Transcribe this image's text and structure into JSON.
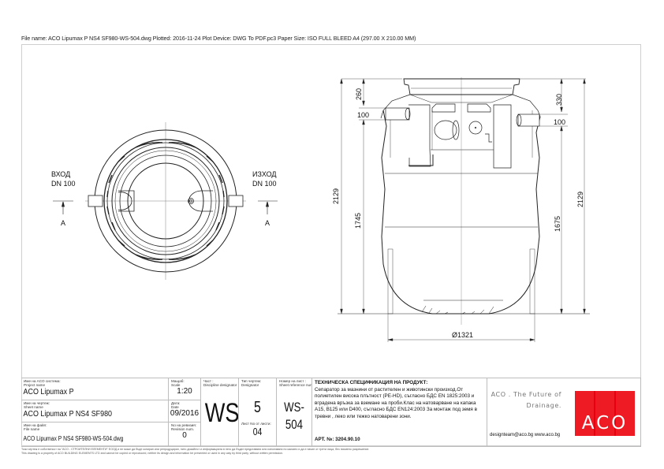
{
  "header": {
    "plot_info": "File name: ACO Lipumax P NS4 SF980-WS-504.dwg   Plotted: 2016-11-24   Plot Device: DWG To PDF.pc3   Paper Size: ISO FULL BLEED A4 (297.00 X 210.00 MM)"
  },
  "plan_view": {
    "inlet_label": "ВХОД",
    "inlet_dn": "DN 100",
    "outlet_label": "ИЗХОД",
    "outlet_dn": "DN 100",
    "section_mark_left": "A",
    "section_mark_right": "A"
  },
  "section_view": {
    "dim_total_left": "2129",
    "dim_inlet_height": "1745",
    "dim_top_to_inlet": "260",
    "dim_inlet_dia": "100",
    "dim_top_to_outlet": "330",
    "dim_outlet_dia": "100",
    "dim_outlet_height": "1675",
    "dim_total_right": "2129",
    "dim_diameter": "Ø1321"
  },
  "title_block": {
    "project_label_bg": "Име на ACO система:",
    "project_label_en": "Project name",
    "project_name": "ACO Lipumax P",
    "sheet_label_bg": "Име на чертеж:",
    "sheet_label_en": "Sheet name",
    "sheet_name": "ACO Lipumax P NS4 SF980",
    "file_label_bg": "Име на файл:",
    "file_label_en": "File name",
    "file_name": "ACO Lipumax P NS4 SF980-WS-504.dwg",
    "scale_label_bg": "Мащаб:",
    "scale_label_en": "Scale",
    "scale": "1:20",
    "date_label_bg": "Дата:",
    "date_label_en": "Date",
    "date": "09/2016",
    "revision_label_bg": "No на ревизия:",
    "revision_label_en": "Revision num.",
    "revision": "0",
    "discipline_label_bg": "Част :",
    "discipline_label_en": "Discipline designator",
    "discipline": "WS",
    "designator_label_bg": "Тип чертеж:",
    "designator_label_en": "Designator",
    "designator": "5",
    "sheet_of_label": "Лист No от листи:",
    "sheet_of": "04",
    "sheet_ref_label_bg": "Номер на лист :",
    "sheet_ref_label_en": "Sheet reference num.",
    "sheet_ref": "WS-504",
    "spec_title": "ТЕХНИЧЕСКА СПЕЦИФИКАЦИЯ НА ПРОДУКТ:",
    "spec_body": "Сепаратор за мазнини от растителен и животински произход.От полиетилен висока плътност (PE-HD), съгласно БДС EN 1825:2003 и вградена връзка за вземане на проби.Клас на натоварване на капака A15, B125 или D400, съгласно БДС EN124:2003 За монтаж под земя в тревни , леко или тежко натоварени зони.",
    "article": "АРТ. №: 3204.90.10"
  },
  "brand": {
    "tagline_1": "ACO . The Future of",
    "tagline_2": "Drainage.",
    "contact": "designteam@aco.bg   www.aco.bg",
    "logo_text": "ACO",
    "logo_color": "#e8000f"
  },
  "footer": {
    "line_1": "Този чертеж е собственост на \"ACO - СТРОИТЕЛНИ ЕЛЕМЕНТИ\" ЕООД и не може да бъде копиран или репродуциран, нито дизайнът и информацията в него да бъдат представяни или използвани по какъвто и да е начин от трети лица, без писмено разрешение.",
    "line_2": "This drawing is a property of ACO BUILDING ELEMENTS LTD and cannot be copied or reproduced, neither its design and information be presented or used in any way by third party, without written permission."
  }
}
